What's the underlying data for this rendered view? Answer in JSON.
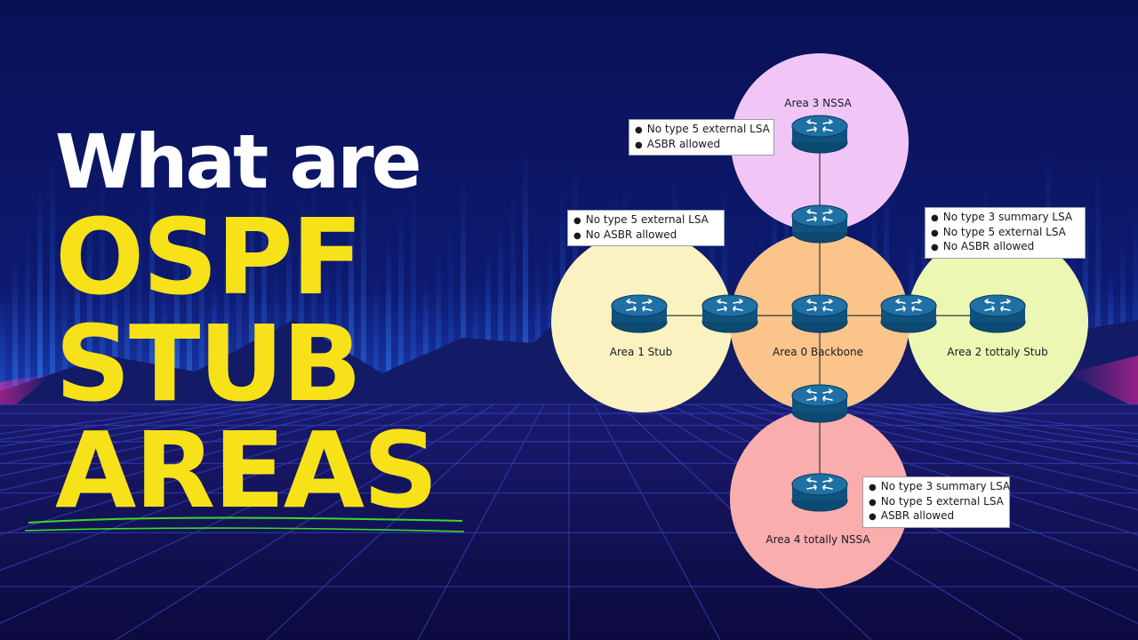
{
  "headline": {
    "line1": "What are",
    "line2": "OSPF",
    "line3": "STUB",
    "line4": "AREAS"
  },
  "diagram": {
    "areas": {
      "area3": "Area 3 NSSA",
      "area1": "Area 1 Stub",
      "area0": "Area 0 Backbone",
      "area2": "Area 2 tottaly Stub",
      "area4": "Area 4 totally NSSA"
    },
    "notes": {
      "area3": [
        "No type 5 external LSA",
        "ASBR allowed"
      ],
      "area1": [
        "No type 5 external LSA",
        "No ASBR allowed"
      ],
      "area2": [
        "No type 3 summary LSA",
        "No type 5 external LSA",
        "No ASBR allowed"
      ],
      "area4": [
        "No type 3 summary LSA",
        "No type 5 external LSA",
        "ASBR allowed"
      ]
    },
    "router_icon": "router-icon"
  },
  "colors": {
    "headline_yellow": "#f7e21a",
    "area3_fill": "#f1c6f7",
    "area1_fill": "#faf2c0",
    "area0_fill": "#fbc48a",
    "area2_fill": "#edf7b4",
    "area4_fill": "#f9adad",
    "router_fill": "#10527e",
    "underline_green": "#3ad82a"
  }
}
